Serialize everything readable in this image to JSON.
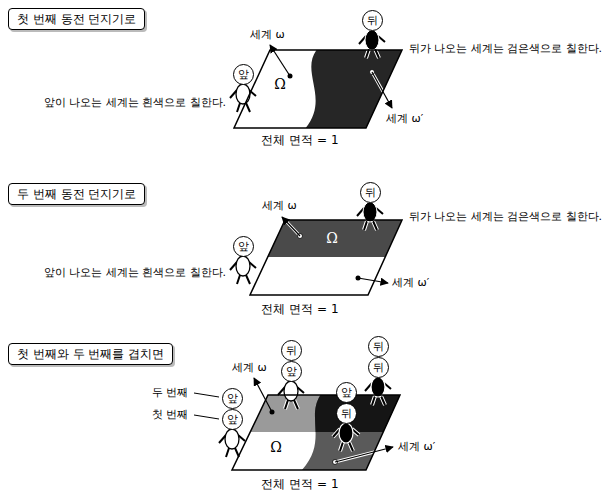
{
  "diagram": {
    "nodes": [
      {
        "text": [
          "첫 번째 동전 던지기로"
        ]
      },
      {
        "text": [
          "뒤"
        ]
      },
      {
        "text": [
          "앞"
        ]
      },
      {
        "text": [
          "Ω"
        ]
      },
      {
        "text": [
          "두 번째 동전 던지기로"
        ]
      },
      {
        "text": [
          "뒤"
        ]
      },
      {
        "text": [
          "앞"
        ]
      },
      {
        "text": [
          "Ω"
        ]
      },
      {
        "text": [
          "첫 번째와 두 번째를 겹치면"
        ]
      },
      {
        "text": [
          "뒤"
        ]
      },
      {
        "text": [
          "뒤"
        ]
      },
      {
        "text": [
          "앞"
        ]
      },
      {
        "text": [
          "뒤"
        ]
      },
      {
        "text": [
          "앞"
        ]
      },
      {
        "text": [
          "앞"
        ]
      },
      {
        "text": [
          "앞"
        ]
      },
      {
        "text": [
          "뒤"
        ]
      },
      {
        "text": [
          "Ω"
        ]
      }
    ],
    "labels": [
      "세계 ω",
      "뒤가 나오는 세계는 검은색으로 칠한다.",
      "앞이 나오는 세계는 흰색으로 칠한다.",
      "세계 ω′",
      "전체 면적 = 1",
      "세계 ω",
      "뒤가 나오는 세계는 검은색으로 칠한다.",
      "앞이 나오는 세계는 흰색으로 칠한다.",
      "세계 ω′",
      "전체 면적 = 1",
      "세계 ω",
      "두 번째",
      "첫 번째",
      "세계 ω′",
      "전체 면적 = 1"
    ]
  }
}
